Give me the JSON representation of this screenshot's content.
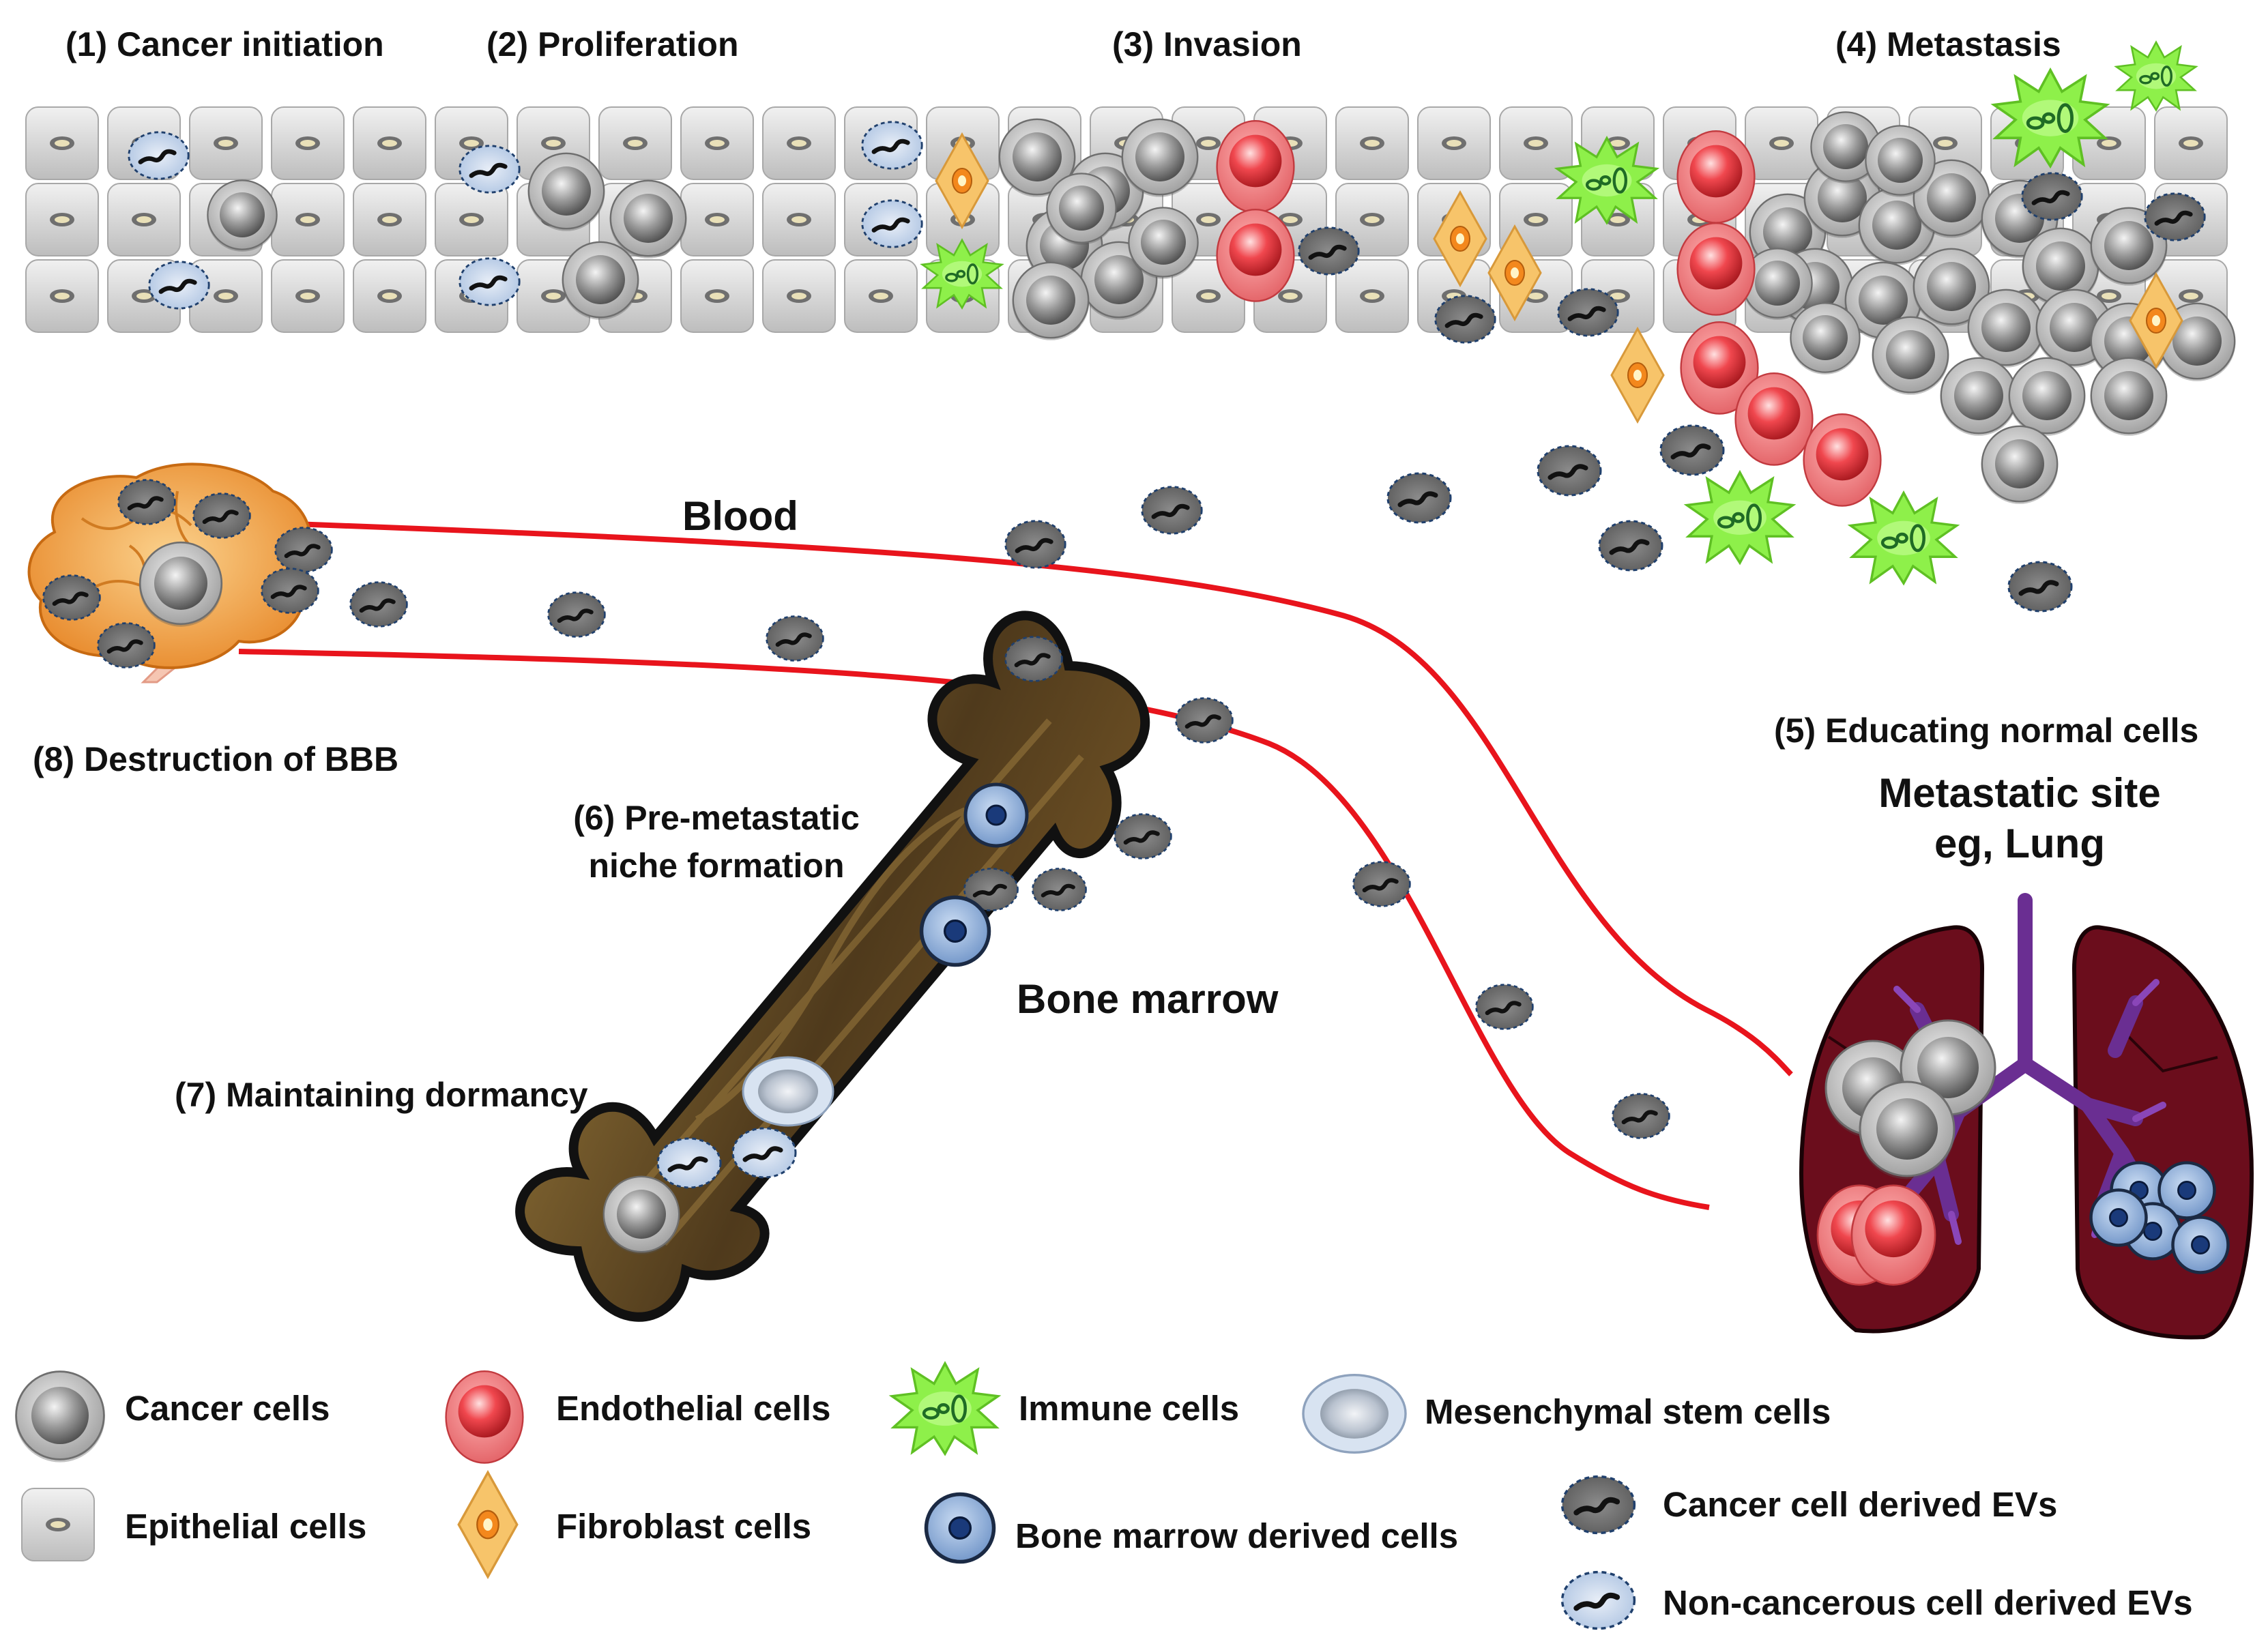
{
  "steps": {
    "s1": "(1) Cancer initiation",
    "s2": "(2) Proliferation",
    "s3": "(3) Invasion",
    "s4": "(4) Metastasis",
    "s5": "(5) Educating normal cells",
    "s6_line1": "(6) Pre-metastatic",
    "s6_line2": "niche formation",
    "s7": "(7) Maintaining dormancy",
    "s8": "(8) Destruction of BBB"
  },
  "labels": {
    "blood": "Blood",
    "bone_marrow": "Bone marrow",
    "metastatic_site_line1": "Metastatic site",
    "metastatic_site_line2": "eg, Lung"
  },
  "legend": {
    "cancer_cells": "Cancer cells",
    "epithelial_cells": "Epithelial cells",
    "endothelial_cells": "Endothelial cells",
    "fibroblast_cells": "Fibroblast cells",
    "immune_cells": "Immune cells",
    "bone_marrow_derived_cells": "Bone marrow derived cells",
    "mesenchymal_stem_cells": "Mesenchymal stem cells",
    "cancer_cell_derived_evs": "Cancer cell derived EVs",
    "non_cancerous_cell_derived_evs": "Non-cancerous cell derived EVs"
  },
  "colors": {
    "blood_vessel": "#e8141c",
    "epithelial": "#d9d9d9",
    "cancer": "#8a8a8a",
    "endothelial": "#f0474e",
    "fibroblast": "#f7c46a",
    "immune": "#7fe53b",
    "bone_marrow_cell": "#8fb2de",
    "ev_cancer": "#707070",
    "ev_normal": "#c9d9ee",
    "bone": "#5a4322",
    "lung": "#6b0d1c",
    "bronchi": "#6a2e92",
    "brain": "#f1a34a"
  }
}
